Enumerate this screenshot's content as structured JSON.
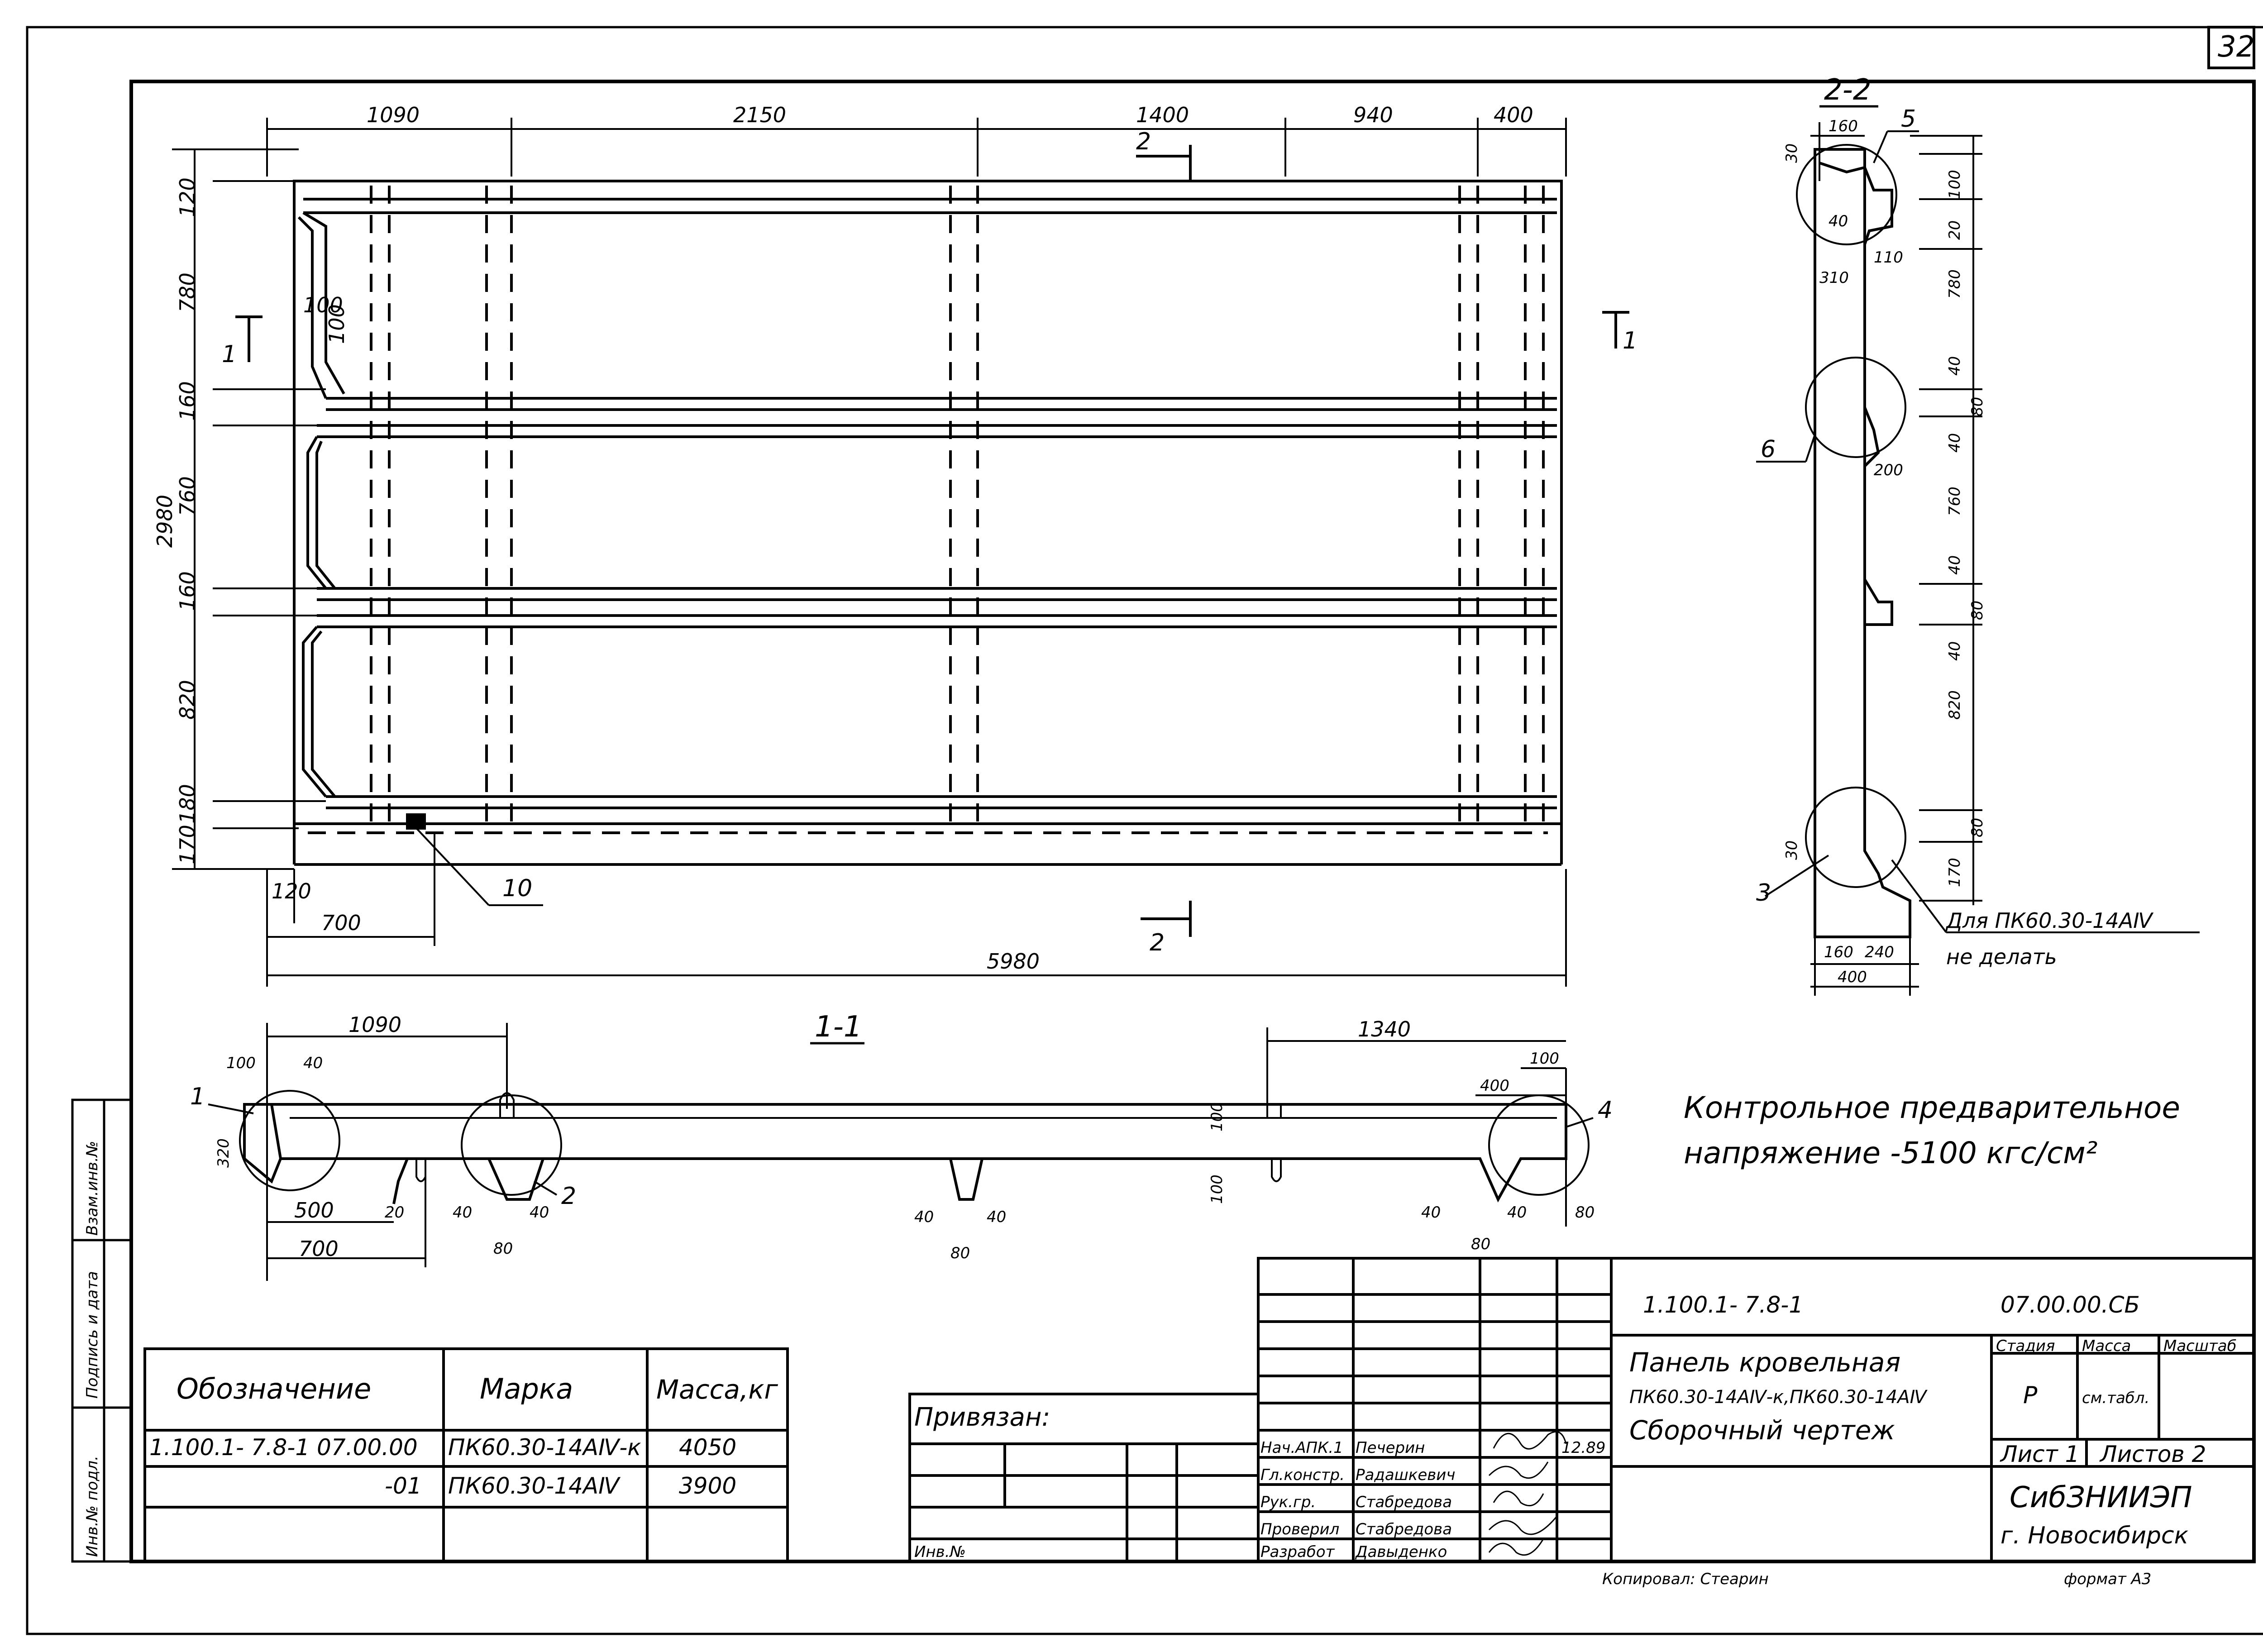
{
  "sheet": {
    "number": "32",
    "format": "формат А3",
    "copied_by": "Копировал: Стеарин"
  },
  "plan": {
    "top_dims": [
      "1090",
      "2150",
      "1400",
      "940",
      "400"
    ],
    "left_dims": [
      "120",
      "780",
      "160",
      "760",
      "160",
      "820",
      "180",
      "170"
    ],
    "overall_height": "2980",
    "overall_length": "5980",
    "bottom_dims": [
      "120",
      "700"
    ],
    "rib_dims": [
      "100",
      "100"
    ],
    "section_marks": {
      "s1_left": "1",
      "s1_right": "1",
      "s2_top": "2",
      "s2_bottom": "2"
    },
    "callout": "10"
  },
  "section_1_1": {
    "title": "1-1",
    "dims": [
      "1090",
      "1340",
      "100",
      "40",
      "320",
      "500",
      "20",
      "700",
      "40",
      "40",
      "80",
      "40",
      "40",
      "80",
      "100",
      "100",
      "400",
      "100",
      "40",
      "40",
      "80",
      "80"
    ],
    "callouts": [
      "1",
      "2",
      "4"
    ]
  },
  "section_2_2": {
    "title": "2-2",
    "dims": [
      "30",
      "160",
      "40",
      "110",
      "310",
      "100",
      "20",
      "780",
      "40",
      "80",
      "40",
      "200",
      "760",
      "40",
      "80",
      "40",
      "820",
      "30",
      "80",
      "170",
      "160",
      "240",
      "400"
    ],
    "callouts": [
      "5",
      "6",
      "3"
    ],
    "note": "Для ПК60.30-14АⅣ",
    "note2": "не делать"
  },
  "stress_note": {
    "line1": "Контрольное предварительное",
    "line2": "напряжение -5100 кгс/см²"
  },
  "side_stamp": {
    "cells": [
      "Инв.№ подл.",
      "Подпись и дата",
      "Взам.инв.№"
    ]
  },
  "spec_table": {
    "headers": [
      "Обозначение",
      "Марка",
      "Масса,кг"
    ],
    "rows": [
      {
        "designation": "1.100.1- 7.8-1   07.00.00",
        "mark": "ПК60.30-14АⅣ-к",
        "mass": "4050"
      },
      {
        "designation": "-01",
        "mark": "ПК60.30-14АⅣ",
        "mass": "3900"
      }
    ]
  },
  "binding_block": {
    "title": "Привязан:",
    "inv": "Инв.№"
  },
  "title_block": {
    "doc_series": "1.100.1- 7.8-1",
    "doc_code": "07.00.00.СБ",
    "name_line1": "Панель кровельная",
    "name_line2": "ПК60.30-14АⅣ-к,ПК60.30-14АⅣ",
    "name_line3": "Сборочный чертеж",
    "stage_header": "Стадия",
    "mass_header": "Масса",
    "scale_header": "Масштаб",
    "stage": "Р",
    "mass": "см.табл.",
    "sheet_label": "Лист 1",
    "sheets_label": "Листов 2",
    "org_line1": "СибЗНИИЭП",
    "org_line2": "г. Новосибирск",
    "date": "12.89",
    "people": [
      {
        "role": "Нач.АПК.1",
        "name": "Печерин"
      },
      {
        "role": "Гл.констр.",
        "name": "Радашкевич"
      },
      {
        "role": "Рук.гр.",
        "name": "Стабредова"
      },
      {
        "role": "Проверил",
        "name": "Стабредова"
      },
      {
        "role": "Разработ",
        "name": "Давыденко"
      }
    ]
  }
}
